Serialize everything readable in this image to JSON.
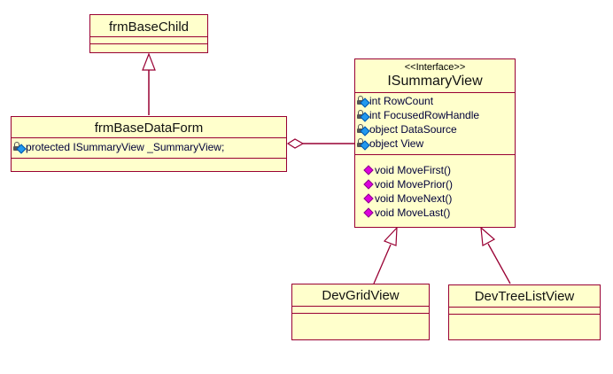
{
  "diagram": {
    "type": "UML class diagram",
    "colors": {
      "border": "#990033",
      "fill": "#ffffcc",
      "attribute_icon": "#2299ee",
      "operation_icon": "#dd00dd"
    },
    "classes": {
      "frmBaseChild": {
        "name": "frmBaseChild",
        "attributes": [],
        "operations": []
      },
      "frmBaseDataForm": {
        "name": "frmBaseDataForm",
        "attributes": [
          {
            "icon": "protected-attribute-icon",
            "text": "protected ISummaryView _SummaryView;"
          }
        ],
        "operations": []
      },
      "ISummaryView": {
        "stereotype": "<<Interface>>",
        "name": "ISummaryView",
        "attributes": [
          {
            "icon": "protected-attribute-icon",
            "text": "int RowCount"
          },
          {
            "icon": "protected-attribute-icon",
            "text": "int FocusedRowHandle"
          },
          {
            "icon": "protected-attribute-icon",
            "text": "object DataSource"
          },
          {
            "icon": "protected-attribute-icon",
            "text": "object View"
          }
        ],
        "operations": [
          {
            "icon": "public-operation-icon",
            "text": "void MoveFirst()"
          },
          {
            "icon": "public-operation-icon",
            "text": "void MovePrior()"
          },
          {
            "icon": "public-operation-icon",
            "text": "void MoveNext()"
          },
          {
            "icon": "public-operation-icon",
            "text": "void MoveLast()"
          }
        ]
      },
      "DevGridView": {
        "name": "DevGridView",
        "attributes": [],
        "operations": []
      },
      "DevTreeListView": {
        "name": "DevTreeListView",
        "attributes": [],
        "operations": []
      }
    },
    "relationships": [
      {
        "type": "generalization",
        "from": "frmBaseDataForm",
        "to": "frmBaseChild"
      },
      {
        "type": "aggregation",
        "whole": "frmBaseDataForm",
        "part": "ISummaryView"
      },
      {
        "type": "realization",
        "from": "DevGridView",
        "to": "ISummaryView"
      },
      {
        "type": "realization",
        "from": "DevTreeListView",
        "to": "ISummaryView"
      }
    ]
  }
}
